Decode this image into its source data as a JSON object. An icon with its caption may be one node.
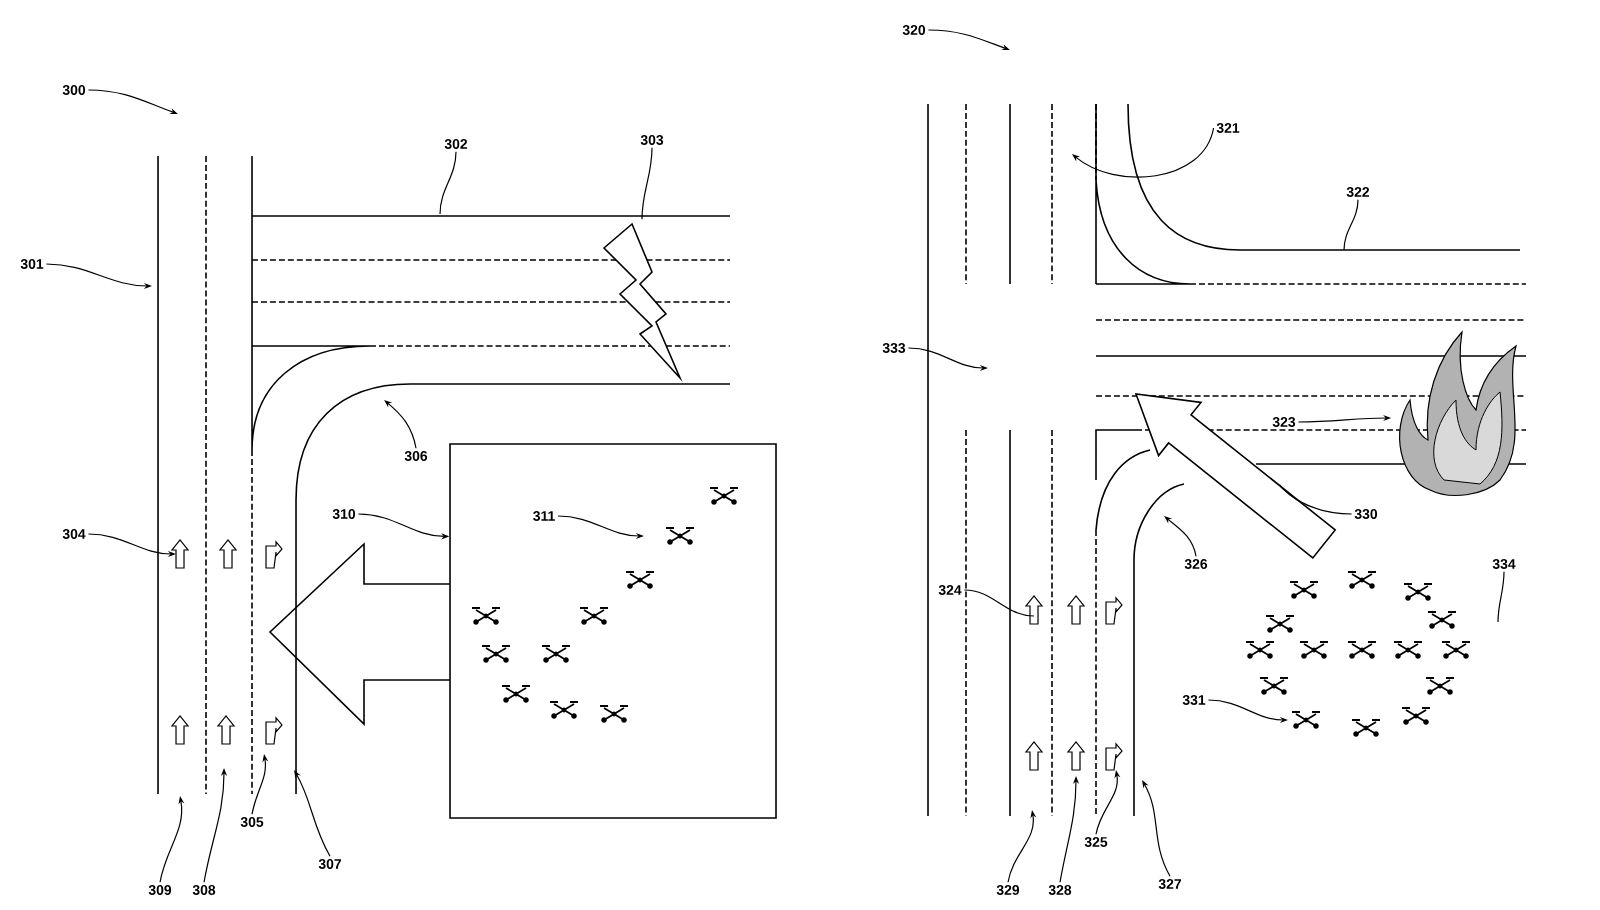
{
  "diagram": {
    "nodes": [
      {
        "text": [
          "300"
        ]
      },
      {
        "text": [
          "301"
        ]
      },
      {
        "text": [
          "302"
        ]
      },
      {
        "text": [
          "303"
        ]
      },
      {
        "text": [
          "306"
        ]
      },
      {
        "text": [
          "310"
        ]
      },
      {
        "text": [
          "311"
        ],
        "in": 27
      },
      {
        "text": [
          "304"
        ]
      },
      {
        "text": [
          "305"
        ]
      },
      {
        "text": [
          "309"
        ]
      },
      {
        "text": [
          "308"
        ]
      },
      {
        "text": [
          "307"
        ]
      },
      {
        "text": [
          "320"
        ]
      },
      {
        "text": [
          "321"
        ]
      },
      {
        "text": [
          "322"
        ]
      },
      {
        "text": [
          "333"
        ]
      },
      {
        "text": [
          "323"
        ]
      },
      {
        "text": [
          "330"
        ]
      },
      {
        "text": [
          "326"
        ]
      },
      {
        "text": [
          "334"
        ]
      },
      {
        "text": [
          "324"
        ]
      },
      {
        "text": [
          "331"
        ]
      },
      {
        "text": [
          "325"
        ]
      },
      {
        "text": [
          "329"
        ]
      },
      {
        "text": [
          "328"
        ]
      },
      {
        "text": [
          "327"
        ]
      },
      {
        "text": [],
        "shape": "picture"
      },
      {
        "text": [],
        "shape": "box"
      },
      {
        "text": [],
        "shape": "picture"
      },
      {
        "text": [],
        "shape": "arrow"
      }
    ],
    "edges": [
      {
        "from": 0,
        "to": null,
        "arrow": "to"
      },
      {
        "from": 1,
        "to": null,
        "arrow": "to"
      },
      {
        "from": 2,
        "to": null,
        "arrow": "none"
      },
      {
        "from": 3,
        "to": 26,
        "arrow": "none"
      },
      {
        "from": 4,
        "to": null,
        "arrow": "to"
      },
      {
        "from": 5,
        "to": 27,
        "arrow": "to"
      },
      {
        "from": 6,
        "to": null,
        "arrow": "to"
      },
      {
        "from": 7,
        "to": null,
        "arrow": "to"
      },
      {
        "from": 8,
        "to": null,
        "arrow": "to"
      },
      {
        "from": 9,
        "to": null,
        "arrow": "to"
      },
      {
        "from": 10,
        "to": null,
        "arrow": "to"
      },
      {
        "from": 11,
        "to": null,
        "arrow": "to"
      },
      {
        "from": 12,
        "to": null,
        "arrow": "to"
      },
      {
        "from": 13,
        "to": null,
        "arrow": "to"
      },
      {
        "from": 14,
        "to": null,
        "arrow": "none"
      },
      {
        "from": 15,
        "to": null,
        "arrow": "to"
      },
      {
        "from": 16,
        "to": 28,
        "arrow": "to"
      },
      {
        "from": 17,
        "to": 29,
        "arrow": "none"
      },
      {
        "from": 18,
        "to": null,
        "arrow": "to"
      },
      {
        "from": 19,
        "to": null,
        "arrow": "none"
      },
      {
        "from": 20,
        "to": null,
        "arrow": "none"
      },
      {
        "from": 21,
        "to": null,
        "arrow": "to"
      },
      {
        "from": 22,
        "to": null,
        "arrow": "to"
      },
      {
        "from": 23,
        "to": null,
        "arrow": "to"
      },
      {
        "from": 24,
        "to": null,
        "arrow": "to"
      },
      {
        "from": 25,
        "to": null,
        "arrow": "to"
      }
    ]
  }
}
